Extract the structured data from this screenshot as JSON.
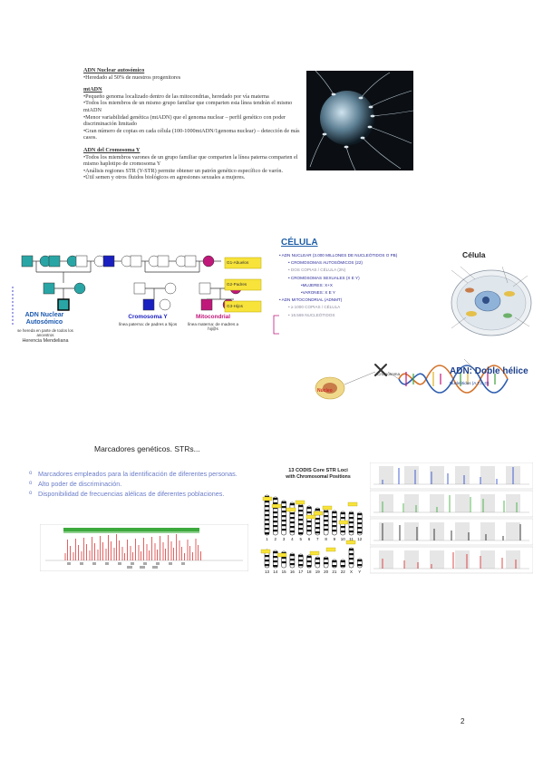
{
  "top_text": {
    "h1": "ADN Nuclear autosómico",
    "p1": "•Heredado al 50% de nuestros progenitores",
    "h2": "mtADN",
    "p2": "•Pequeño genoma localizado dentro de las mitocondrias, heredado por vía materna",
    "p3": "•Todos los miembros de un mismo grupo familiar que comparten esta línea tendrán el mismo mtADN",
    "p4": "•Menor variabilidad genética (mtADN) que el genoma nuclear – perfil genético con poder discriminación limitado",
    "p5": "•Gran número de copias en cada célula (100-1000mtADN/1genoma nuclear) – detección de más casos.",
    "h3": "ADN del Cromosoma Y",
    "p6": "•Todos los miembros varones de un grupo familiar que comparten la línea paterna comparten el mismo haplotipo de cromosoma Y",
    "p7": "•Análisis regiones STR (Y-STR) permite obtener un patrón genético específico de varón.",
    "p8": "•Útil semen y otros fluidos biológicos en agresiones sexuales a mujeres."
  },
  "pedigree": {
    "gen1": "G1-Abuelos",
    "gen2": "G2-Padres",
    "gen3": "G3-Hijos",
    "nuclear_title": "ADN Nuclear Autosómico",
    "nuclear_sub": "se hereda en parte de todos los ancestros",
    "nuclear_sub2": "Herencia Mendeliana",
    "y_title": "Cromosoma Y",
    "y_sub": "línea paterna: de padres a hijos",
    "mito_title": "Mitocondrial",
    "mito_sub": "línea materna: de madres a hij@s"
  },
  "cell": {
    "title": "CÉLULA",
    "items": [
      "• ADN NUCLEAR (3.000 MILLONES DE NUCLEÓTIDOS O PB)",
      "• CROMOSOMAS AUTOSÓMICOS (22)",
      "• DOS COPIAS / CÉLULA (2N)",
      "• CROMOSOMAS SEXUALES (X E Y)",
      "•MUJERES: X+X",
      "•VARONES: X E Y",
      "• ADN MITOCONDRIAL (ADNMT)",
      "• ≥ 1000 COPIAS / CÉLULA",
      "• 16.569 NUCLEÓTIDOS"
    ],
    "celula_label": "Célula",
    "helix_title": "ADN: Doble hélice",
    "nucleotides": "Nucleótidos (A,T,C,G)",
    "chromosome": "Cromosoma",
    "nucleus": "Núcleo"
  },
  "str": {
    "heading": "Marcadores genéticos. STRs...",
    "items": [
      "Marcadores empleados para la identificación de diferentes personas.",
      "Alto poder de discriminación.",
      "Disponibilidad de frecuencias alélicas de diferentes poblaciones."
    ],
    "codis_title": "13 CODIS Core STR Loci",
    "codis_sub": "with Chromosomal Positions",
    "chrom_numbers_top": [
      "1",
      "2",
      "3",
      "4",
      "5",
      "6",
      "7",
      "8",
      "9",
      "10",
      "11",
      "12"
    ],
    "chrom_numbers_bottom": [
      "13",
      "14",
      "15",
      "16",
      "17",
      "18",
      "19",
      "20",
      "21",
      "22",
      "X",
      "Y"
    ]
  },
  "page_number": "2",
  "colors": {
    "teal": "#2aa5a5",
    "blue": "#1a1fbf",
    "magenta": "#c0187a",
    "yellow": "#f7e33a",
    "str_blue": "#6a7dc9"
  }
}
